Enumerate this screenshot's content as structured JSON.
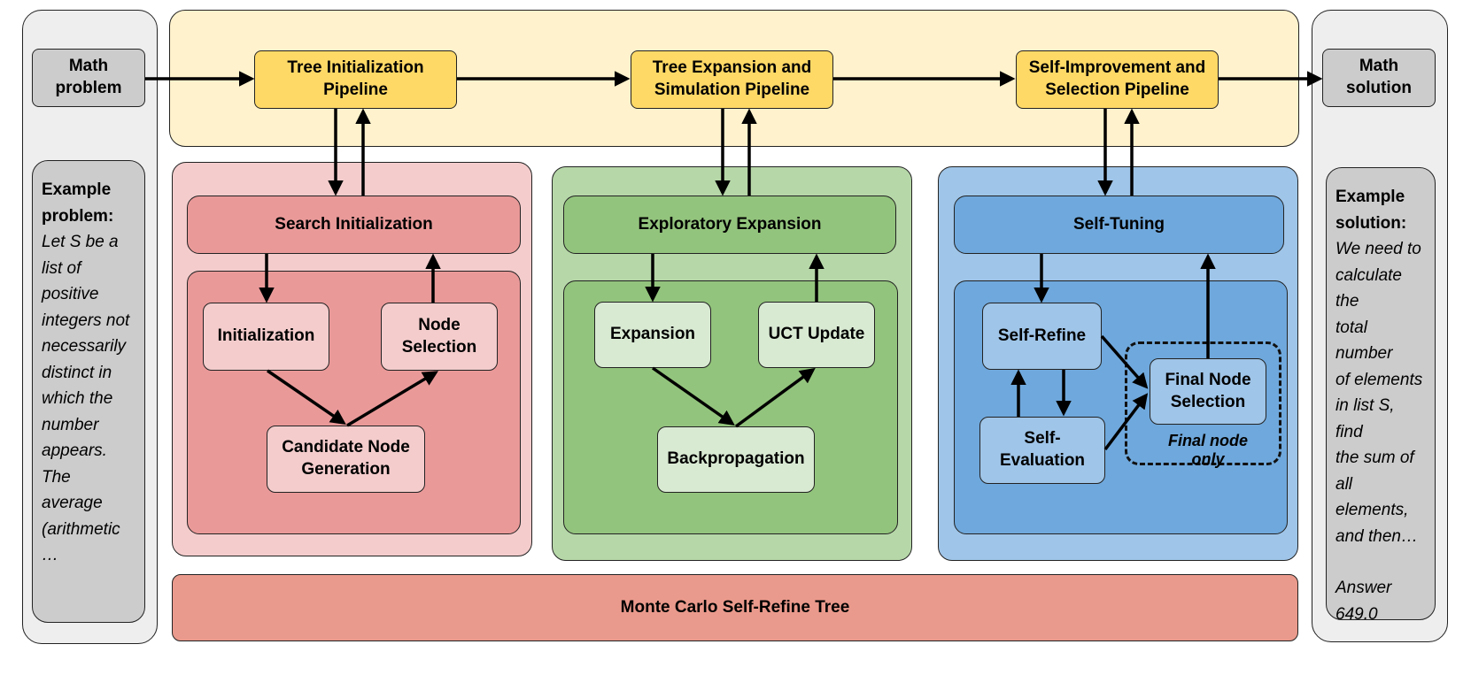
{
  "colors": {
    "pipeline_band": "#fff2cc",
    "pipeline_box": "#ffd966",
    "side_panel": "#eeeeee",
    "side_inner": "#cccccc",
    "red_outer": "#f4cccc",
    "red_mid": "#ea9999",
    "red_light": "#f4cccc",
    "green_outer": "#b6d7a8",
    "green_mid": "#93c47d",
    "green_light": "#d9ead3",
    "blue_outer": "#9fc5e8",
    "blue_mid": "#6fa8dc",
    "blue_light": "#9fc5e8",
    "footer": "#ea9a8c"
  },
  "input": {
    "title": [
      "Math",
      "problem"
    ]
  },
  "output": {
    "title": [
      "Math",
      "solution"
    ]
  },
  "example_problem": {
    "heading": [
      "Example",
      "problem:"
    ],
    "lines": [
      "Let S be a",
      "list of",
      "positive",
      "integers not",
      "necessarily",
      "distinct in",
      "which the",
      "number",
      "appears.",
      "The average",
      "(arithmetic",
      "…"
    ]
  },
  "example_solution": {
    "heading": [
      "Example",
      "solution:"
    ],
    "lines": [
      "We need to",
      "calculate the",
      "total number",
      "of elements",
      "in list S, find",
      "the sum of",
      "all elements,",
      "and then…",
      "",
      "Answer",
      "649.0"
    ]
  },
  "pipelines": [
    {
      "label": [
        "Tree Initialization",
        "Pipeline"
      ]
    },
    {
      "label": [
        "Tree Expansion and",
        "Simulation Pipeline"
      ]
    },
    {
      "label": [
        "Self-Improvement and",
        "Selection Pipeline"
      ]
    }
  ],
  "search_init": {
    "header": "Search Initialization",
    "initialization": "Initialization",
    "node_selection": [
      "Node",
      "Selection"
    ],
    "candidate": [
      "Candidate Node",
      "Generation"
    ]
  },
  "exploration": {
    "header": "Exploratory Expansion",
    "expansion": "Expansion",
    "uct": "UCT Update",
    "backprop": "Backpropagation"
  },
  "self_tuning": {
    "header": "Self-Tuning",
    "refine": "Self-Refine",
    "evaluation": [
      "Self-",
      "Evaluation"
    ],
    "final": [
      "Final Node",
      "Selection"
    ],
    "final_note": "Final node only"
  },
  "footer": {
    "label": "Monte Carlo Self-Refine Tree"
  }
}
